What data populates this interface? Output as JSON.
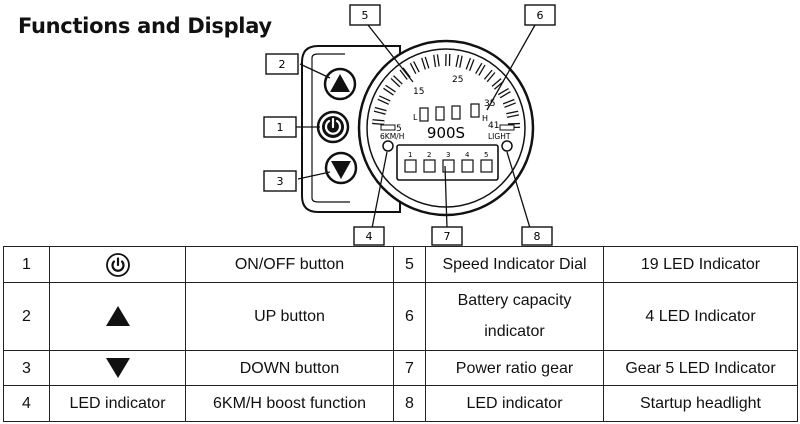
{
  "page_title": "Functions and Display",
  "display": {
    "model": "900S",
    "speed_scale": [
      "5",
      "15",
      "25",
      "35",
      "41"
    ],
    "speed_led_count": 19,
    "battery_low": "L",
    "battery_high": "H",
    "battery_led_count": 4,
    "boost_label": "6KM/H",
    "light_label": "LIGHT",
    "gears": [
      "1",
      "2",
      "3",
      "4",
      "5"
    ]
  },
  "callouts": [
    "1",
    "2",
    "3",
    "4",
    "5",
    "6",
    "7",
    "8"
  ],
  "table": {
    "rows": [
      {
        "num": "1",
        "icon": "power-icon",
        "name": "ON/OFF button",
        "num2": "5",
        "item2": "Speed Indicator Dial",
        "desc2": "19 LED Indicator"
      },
      {
        "num": "2",
        "icon": "up-triangle-icon",
        "name": "UP button",
        "num2": "6",
        "item2": "Battery capacity indicator",
        "desc2": "4 LED Indicator"
      },
      {
        "num": "3",
        "icon": "down-triangle-icon",
        "name": "DOWN button",
        "num2": "7",
        "item2": "Power ratio gear",
        "desc2": "Gear 5 LED Indicator"
      },
      {
        "num": "4",
        "icon_text": "LED indicator",
        "name": "6KM/H boost function",
        "num2": "8",
        "item2": "LED indicator",
        "desc2": "Startup headlight"
      }
    ]
  }
}
